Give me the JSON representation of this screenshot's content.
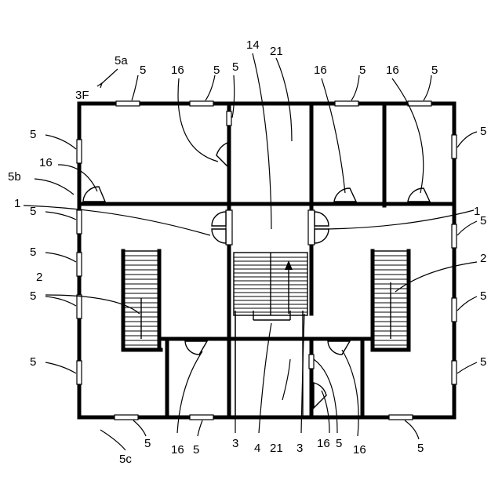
{
  "floor_label": "3F",
  "labels": {
    "l5a": "5a",
    "l5b": "5b",
    "l5c": "5c",
    "l14": "14",
    "l21_top": "21",
    "l21_bottom": "21",
    "l1_left": "1",
    "l1_right": "1",
    "l2_left": "2",
    "l2_right": "2",
    "l3_left": "3",
    "l3_right": "3",
    "l4": "4",
    "l16_a": "16",
    "l16_b": "16",
    "l16_c": "16",
    "l16_d": "16",
    "l16_e": "16",
    "l16_f": "16",
    "l16_g": "16",
    "l5_t1": "5",
    "l5_t2": "5",
    "l5_t3": "5",
    "l5_t4": "5",
    "l5_t5": "5",
    "l5_w1": "5",
    "l5_w2": "5",
    "l5_w3": "5",
    "l5_w4": "5",
    "l5_w5": "5",
    "l5_e1": "5",
    "l5_e2": "5",
    "l5_e3": "5",
    "l5_e4": "5",
    "l5_b1": "5",
    "l5_b2": "5",
    "l5_b3": "5",
    "l5_b4": "5"
  }
}
